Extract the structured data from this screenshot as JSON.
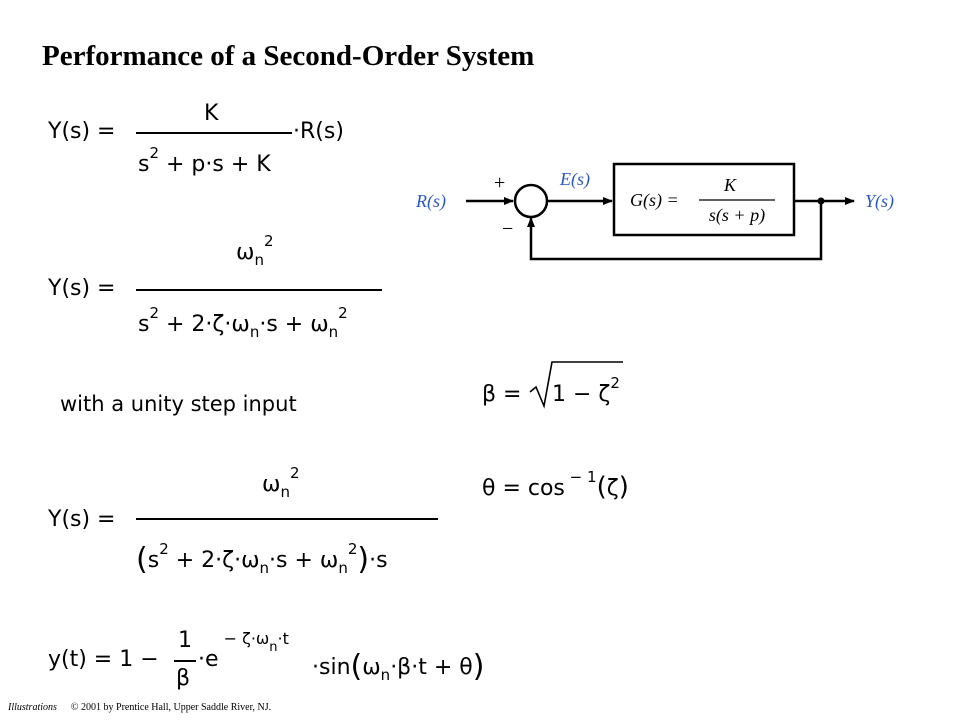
{
  "title": "Performance of a Second-Order System",
  "note": "with a unity step input",
  "footer": {
    "left": "Illustrations",
    "right": "© 2001 by Prentice Hall, Upper Saddle River, NJ."
  },
  "eq1": {
    "lhs": "Y(s) =",
    "num": "K",
    "den": "s² + p·s + K",
    "tail": "·R(s)"
  },
  "eq2": {
    "lhs": "Y(s) =",
    "num": "ωn²",
    "den": "s² + 2·ζ·ωn·s + ωn²"
  },
  "eq3": {
    "lhs": "Y(s) =",
    "num": "ωn²",
    "den": "(s² + 2·ζ·ωn·s + ωn²)·s"
  },
  "eq4": "y(t) = 1 − (1/β)·e^(−ζ·ωn·t)·sin(ωn·β·t + θ)",
  "beta": "β = √(1 − ζ²)",
  "theta": "θ = cos⁻¹(ζ)",
  "diagram": {
    "input": "R(s)",
    "error": "E(s)",
    "output": "Y(s)",
    "plus": "+",
    "minus": "−",
    "block_lhs": "G(s) =",
    "block_num": "K",
    "block_den": "s(s + p)"
  }
}
